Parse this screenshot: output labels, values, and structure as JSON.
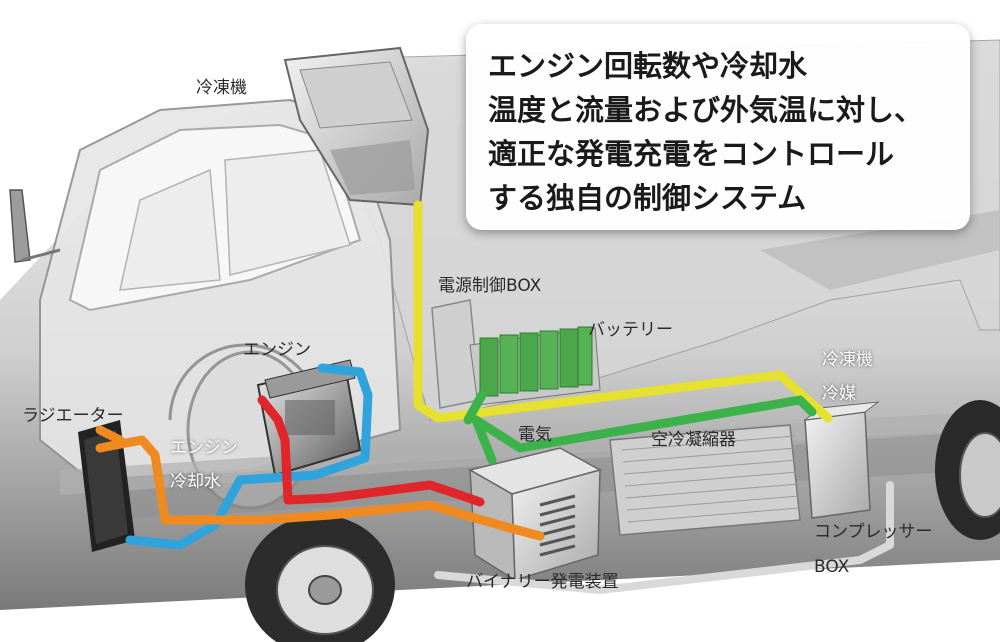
{
  "callout": {
    "lines": [
      "エンジン回転数や冷却水",
      "温度と流量および外気温に対し、",
      "適正な発電充電をコントロール",
      "する独自の制御システム"
    ]
  },
  "labels": {
    "refrigerator_top": "冷凍機",
    "power_control_box": "電源制御BOX",
    "battery": "バッテリー",
    "engine": "エンジン",
    "radiator": "ラジエーター",
    "engine_coolant_1": "エンジン",
    "engine_coolant_2": "冷却水",
    "electricity": "電気",
    "air_condenser": "空冷凝縮器",
    "refrigerant_1": "冷凍機",
    "refrigerant_2": "冷媒",
    "compressor_box_1": "コンプレッサー",
    "compressor_box_2": "BOX",
    "binary_generator": "バイナリー発電装置"
  },
  "colors": {
    "yellow_line": "#e6e02e",
    "green_line": "#3cb34a",
    "red_line": "#e0262b",
    "blue_line": "#2ea3dc",
    "orange_line": "#ee8a1f",
    "gray_line": "#d9d9d9",
    "battery_cell": "#4aa84a"
  }
}
